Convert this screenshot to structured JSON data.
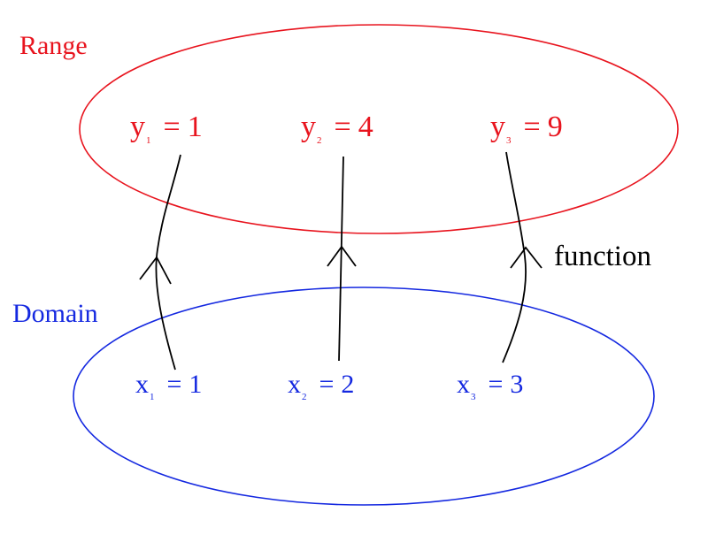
{
  "range": {
    "label": "Range",
    "color": "#e8141e",
    "items": [
      {
        "var": "y",
        "sub": "1",
        "eq": "=",
        "val": "1"
      },
      {
        "var": "y",
        "sub": "2",
        "eq": "=",
        "val": "4"
      },
      {
        "var": "y",
        "sub": "3",
        "eq": "=",
        "val": "9"
      }
    ]
  },
  "domain": {
    "label": "Domain",
    "color": "#1428e0",
    "items": [
      {
        "var": "x",
        "sub": "1",
        "eq": "=",
        "val": "1"
      },
      {
        "var": "x",
        "sub": "2",
        "eq": "=",
        "val": "2"
      },
      {
        "var": "x",
        "sub": "3",
        "eq": "=",
        "val": "3"
      }
    ]
  },
  "function_label": "function"
}
